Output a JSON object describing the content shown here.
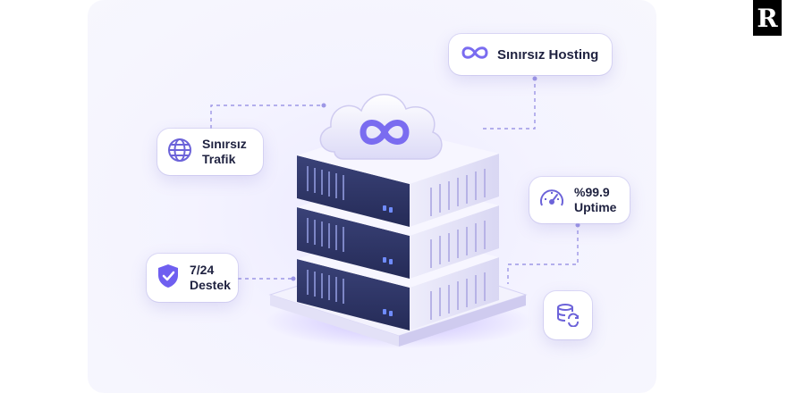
{
  "brand": {
    "letter": "R"
  },
  "features": {
    "hosting": {
      "label": "Sınırsız Hosting",
      "icon": "infinity-icon"
    },
    "trafik": {
      "label": "Sınırsız\nTrafik",
      "icon": "globe-icon"
    },
    "uptime": {
      "label": "%99.9\nUptime",
      "icon": "speedometer-icon"
    },
    "destek": {
      "label": "7/24\nDestek",
      "icon": "shield-check-icon"
    },
    "sync": {
      "icon": "database-sync-icon"
    }
  },
  "colors": {
    "accent": "#6c63d9",
    "accent_light": "#a7a2f0",
    "server_front": "#2c3366",
    "led": "#5b7cff",
    "card_bg": "#ffffff"
  }
}
